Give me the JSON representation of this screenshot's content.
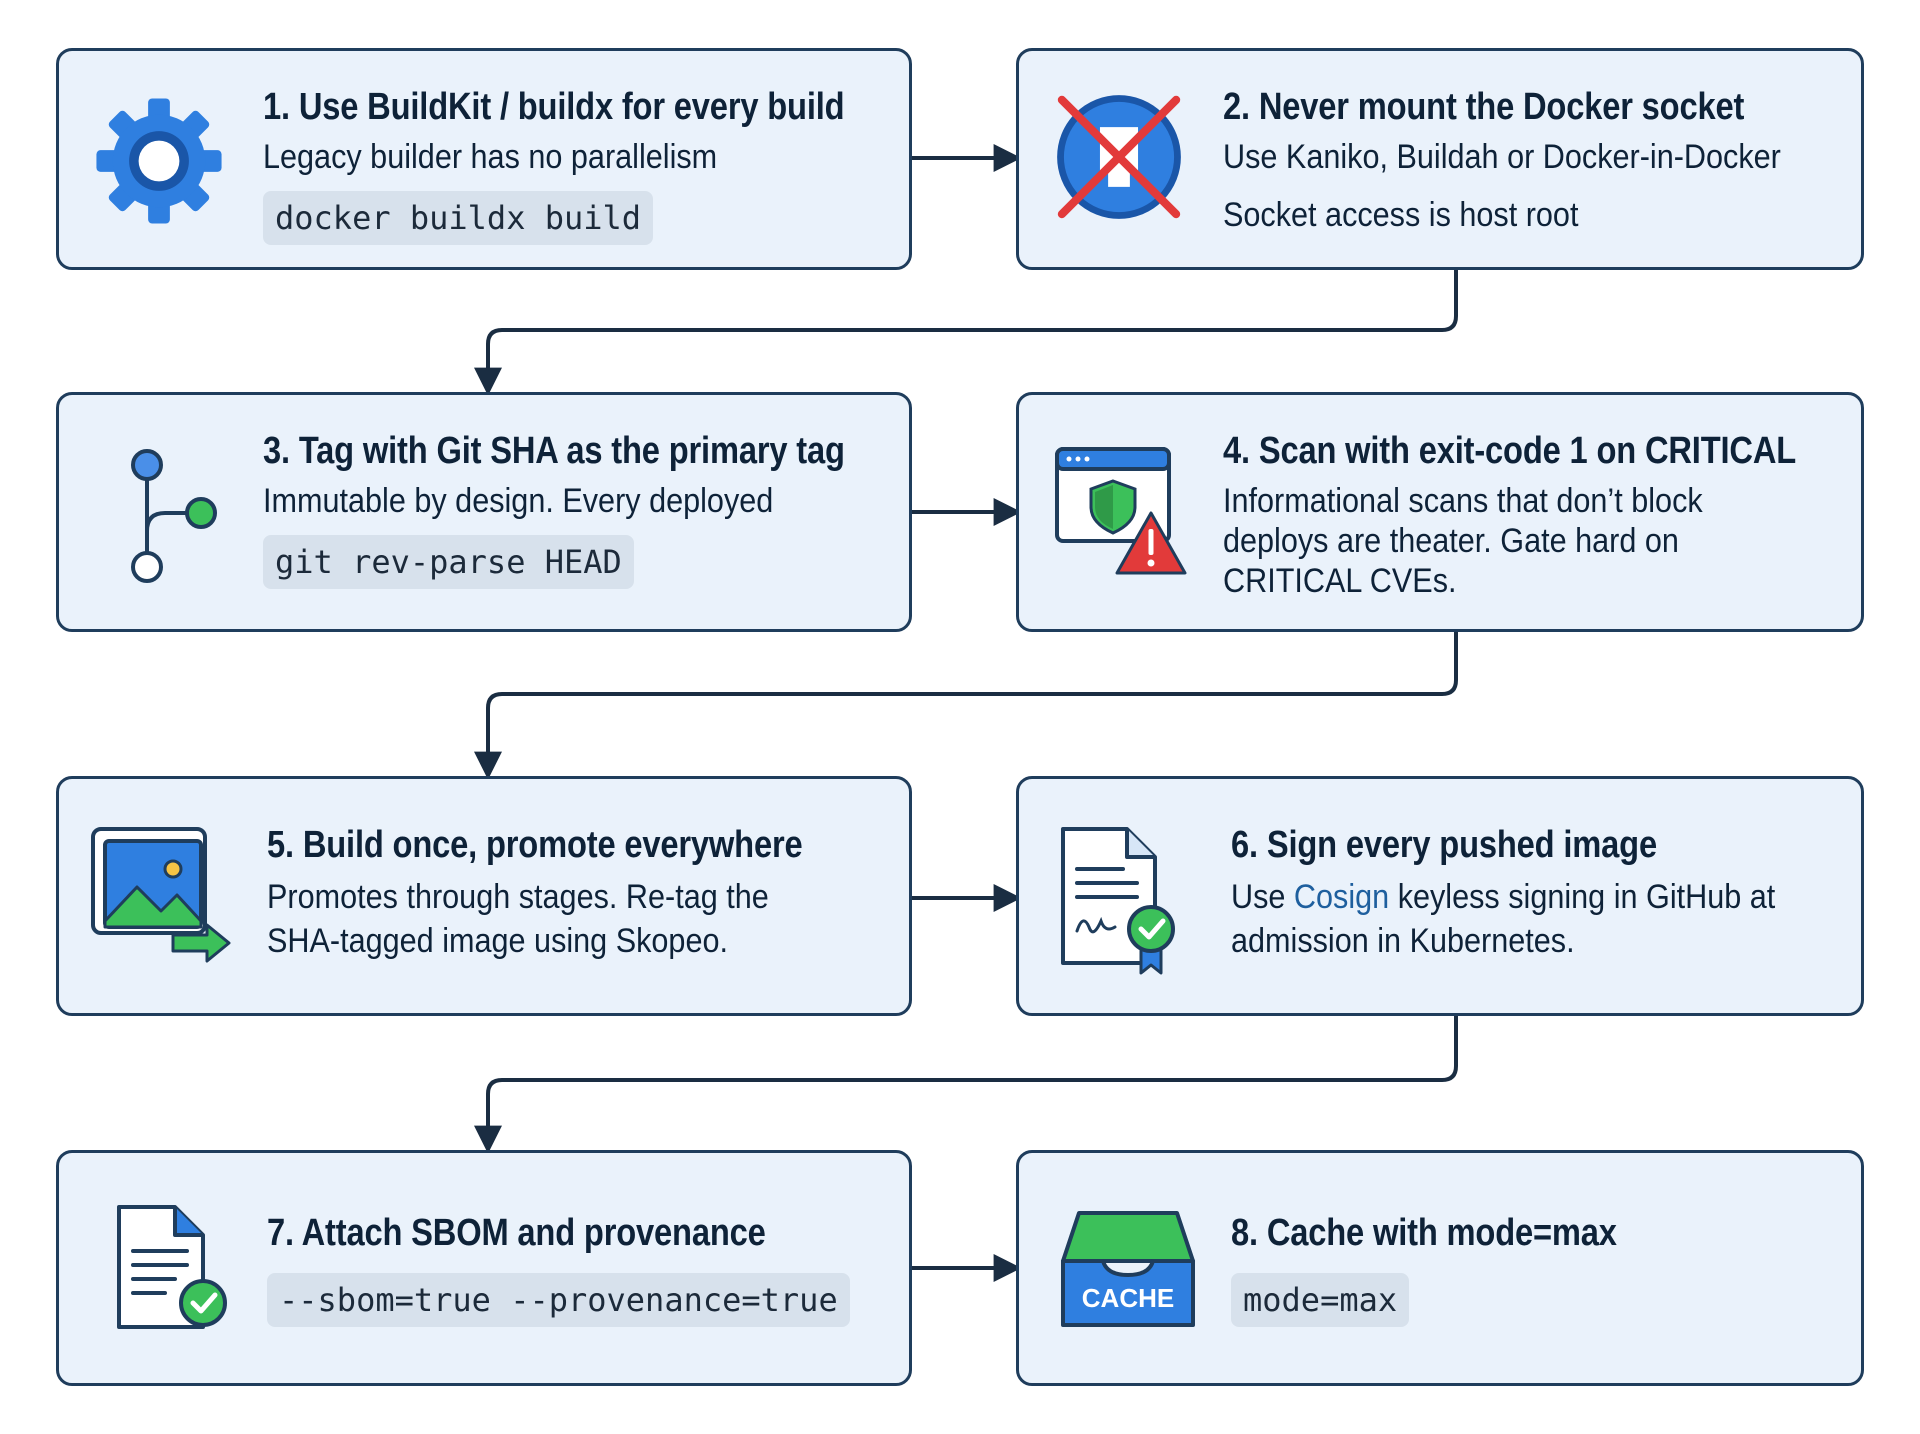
{
  "steps": [
    {
      "title": "1. Use BuildKit / buildx for every build",
      "lines": [
        "Legacy builder has no parallelism"
      ],
      "code": "docker buildx build",
      "icon": "gear-icon"
    },
    {
      "title": "2. Never mount the Docker socket",
      "lines": [
        "Use Kaniko, Buildah or Docker-in-Docker",
        "Socket access is host root"
      ],
      "icon": "crossed-docker-socket-icon"
    },
    {
      "title": "3. Tag with Git SHA as the primary tag",
      "lines": [
        "Immutable by design. Every deployed"
      ],
      "code": "git rev-parse HEAD",
      "icon": "git-branch-icon"
    },
    {
      "title": "4. Scan with exit-code 1 on CRITICAL",
      "lines": [
        "Informational scans that don’t block",
        "deploys are theater.  Gate hard on",
        "CRITICAL CVEs."
      ],
      "icon": "security-scan-warning-icon"
    },
    {
      "title": "5. Build once, promote everywhere",
      "lines": [
        "Promotes through stages. Re-tag the",
        "SHA-tagged image using Skopeo."
      ],
      "icon": "image-promote-icon"
    },
    {
      "title": "6. Sign every pushed image",
      "line1_before": "Use ",
      "line1_accent": "Cosign",
      "line1_after": " keyless signing in GitHub at",
      "lines": [
        "admission in Kubernetes."
      ],
      "icon": "signed-certificate-icon"
    },
    {
      "title": "7. Attach SBOM and provenance",
      "code": "--sbom=true --provenance=true",
      "icon": "document-check-icon"
    },
    {
      "title": "8. Cache with mode=max",
      "code": "mode=max",
      "icon": "cache-box-icon",
      "icon_label": "CACHE"
    }
  ],
  "colors": {
    "card_bg": "#eaf2fb",
    "card_border": "#1f3d5c",
    "icon_blue": "#2f7fe0",
    "icon_green": "#3cc05a",
    "alert_red": "#e23a3a",
    "accent_text": "#1e5f9e"
  }
}
